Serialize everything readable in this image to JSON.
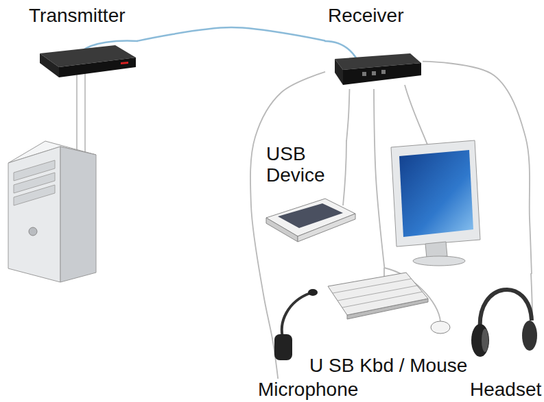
{
  "diagram": {
    "nodes": [
      {
        "text": [
          "Transmitter"
        ]
      },
      {
        "text": [
          "Receiver"
        ]
      },
      {
        "text": [
          "USB Device"
        ]
      },
      {
        "text": [
          "U SB Kbd / Mouse"
        ]
      },
      {
        "text": [
          "Microphone"
        ]
      },
      {
        "text": [
          "Headset"
        ]
      }
    ],
    "edges": [
      {
        "from": 0,
        "to": 1,
        "arrow": "none"
      },
      {
        "from": 1,
        "to": 2,
        "arrow": "none"
      },
      {
        "from": 1,
        "to": 3,
        "arrow": "none"
      },
      {
        "from": 1,
        "to": 4,
        "arrow": "none"
      },
      {
        "from": 1,
        "to": 5,
        "arrow": "none"
      }
    ]
  }
}
